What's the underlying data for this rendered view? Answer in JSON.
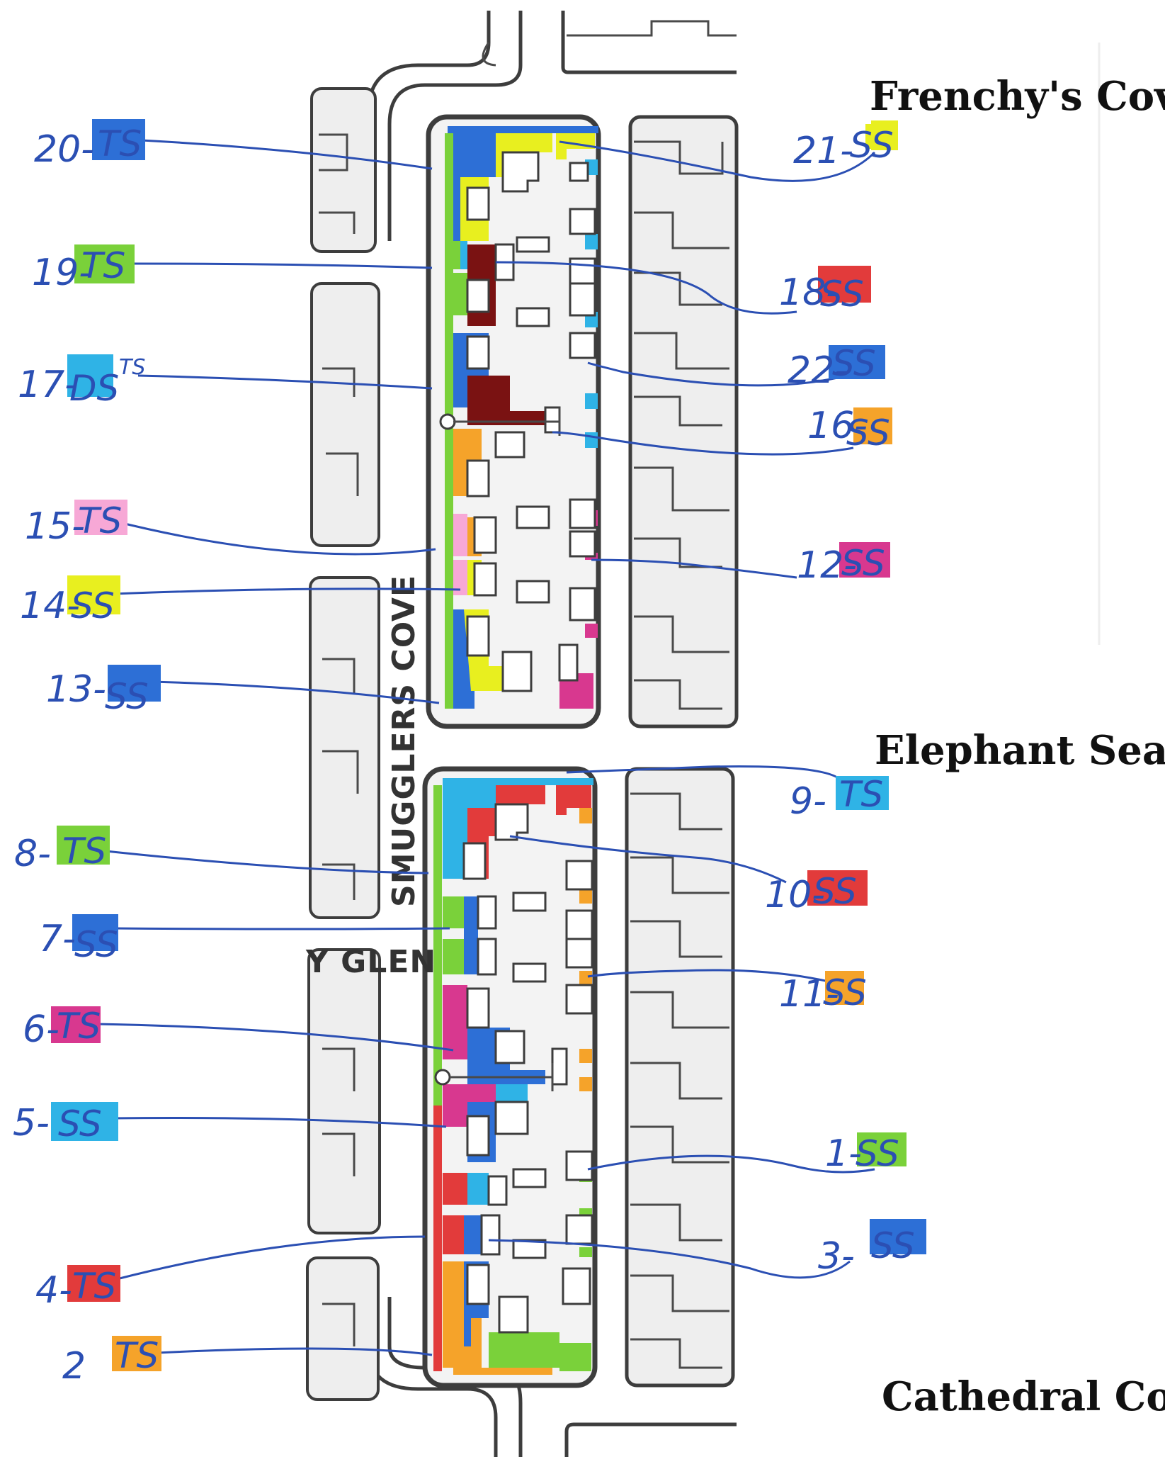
{
  "areas": {
    "north": "Frenchy's Cove",
    "middle": "Elephant Seal",
    "south": "Cathedral Cove"
  },
  "streets": {
    "main": "SMUGGLERS COVE",
    "side": "Y GLEN"
  },
  "colors": {
    "ink": "#2b4fb3",
    "yellow": "#e8ef1f",
    "green": "#7ad13a",
    "blue": "#2d6fd6",
    "cyan": "#2fb3e6",
    "red": "#e23b3b",
    "orange": "#f5a32a",
    "magenta": "#d8388f",
    "pink": "#f7a8d6",
    "maroon": "#7a1212"
  },
  "labels": {
    "l20": {
      "num": "20-",
      "code": "TS",
      "color": "blue"
    },
    "l19": {
      "num": "19-",
      "code": "TS",
      "color": "green"
    },
    "l17": {
      "num": "17-",
      "code": "DS",
      "note": "TS",
      "color": "cyan"
    },
    "l15": {
      "num": "15-",
      "code": "TS",
      "color": "pink"
    },
    "l14": {
      "num": "14-",
      "code": "SS",
      "color": "yellow"
    },
    "l13": {
      "num": "13-",
      "code": "SS",
      "color": "blue"
    },
    "l8": {
      "num": "8-",
      "code": "TS",
      "color": "green"
    },
    "l7": {
      "num": "7-",
      "code": "SS",
      "color": "blue"
    },
    "l6": {
      "num": "6-",
      "code": "TS",
      "color": "magenta"
    },
    "l5": {
      "num": "5-",
      "code": "SS",
      "color": "cyan"
    },
    "l4": {
      "num": "4-",
      "code": "TS",
      "color": "red"
    },
    "l2": {
      "num": "2",
      "code": "TS",
      "color": "orange"
    },
    "l21": {
      "num": "21-",
      "code": "SS",
      "color": "yellow"
    },
    "l18": {
      "num": "18-",
      "code": "SS",
      "color": "red"
    },
    "l22": {
      "num": "22-",
      "code": "SS",
      "color": "blue"
    },
    "l16": {
      "num": "16-",
      "code": "SS",
      "color": "orange"
    },
    "l12": {
      "num": "12-",
      "code": "SS",
      "color": "magenta"
    },
    "l9": {
      "num": "9-",
      "code": "TS",
      "color": "cyan"
    },
    "l10": {
      "num": "10-",
      "code": "SS",
      "color": "red"
    },
    "l11": {
      "num": "11-",
      "code": "SS",
      "color": "orange"
    },
    "l1": {
      "num": "1-",
      "code": "SS",
      "color": "green"
    },
    "l3": {
      "num": "3-",
      "code": "SS",
      "color": "blue"
    }
  }
}
